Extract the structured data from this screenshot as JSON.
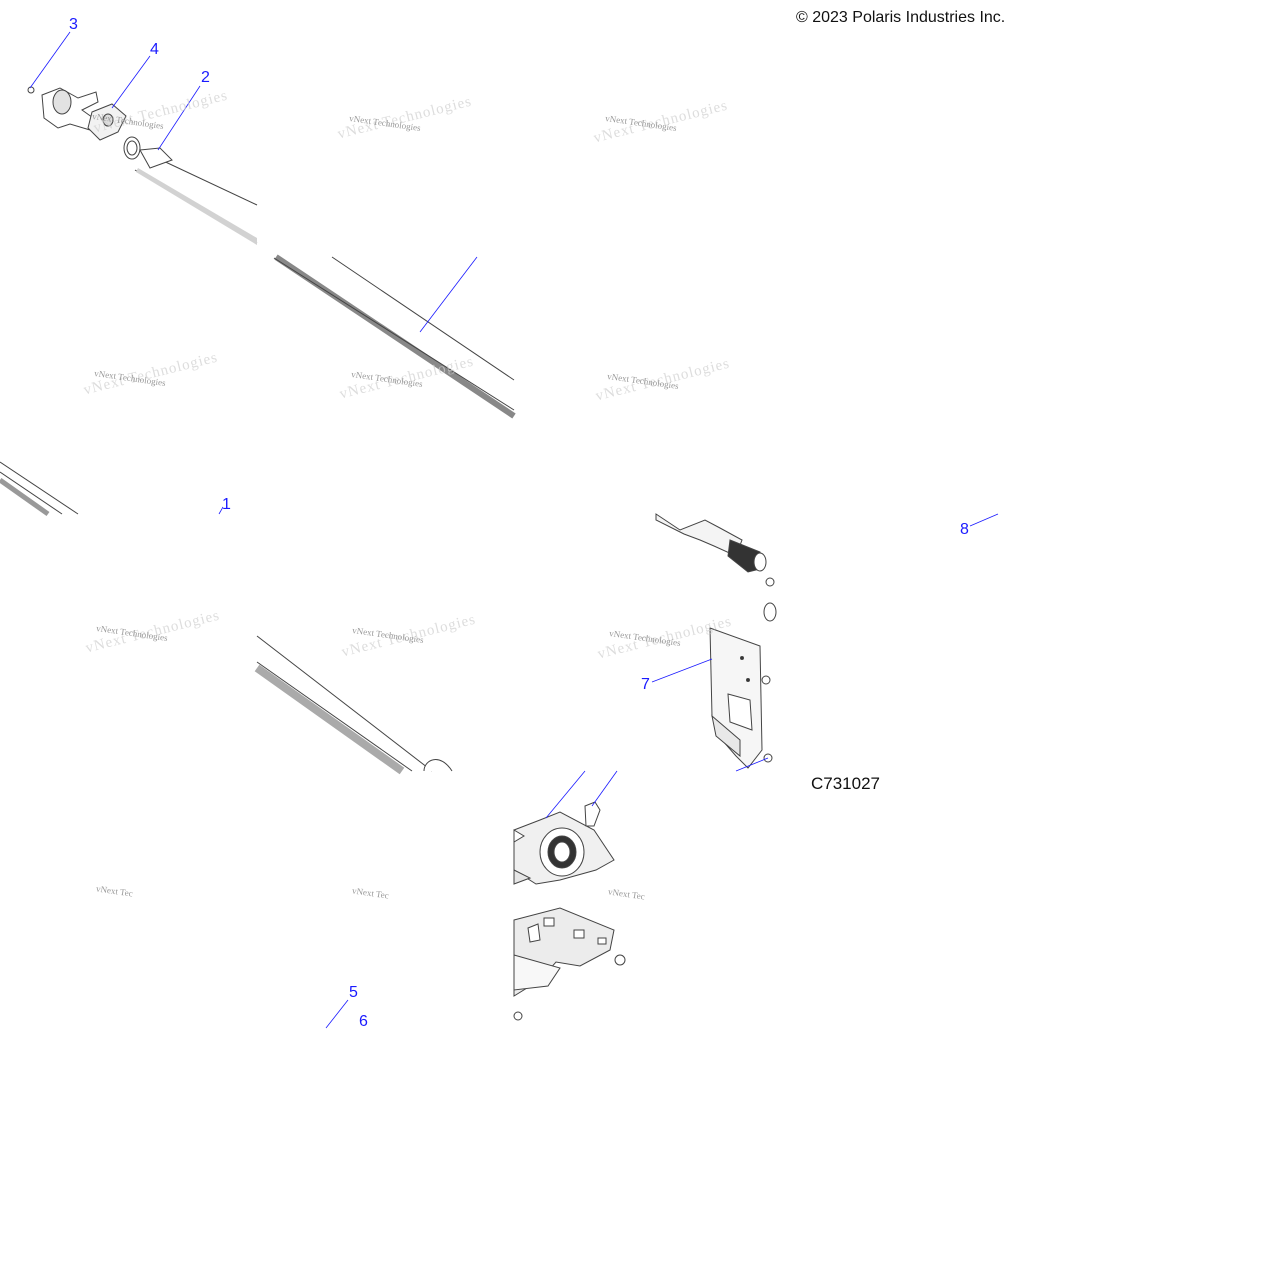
{
  "copyright": "© 2023 Polaris Industries Inc.",
  "figure_id": "C731027",
  "watermark": "vNext Technologies",
  "watermark_short": "vNext Tec",
  "callouts": {
    "c1": "1",
    "c2": "2",
    "c3": "3",
    "c4": "4",
    "c5": "5",
    "c6": "6",
    "c7": "7",
    "c8": "8"
  },
  "colors": {
    "callout": "#1a1aff",
    "line": "#444444",
    "shade": "#cccccc"
  }
}
